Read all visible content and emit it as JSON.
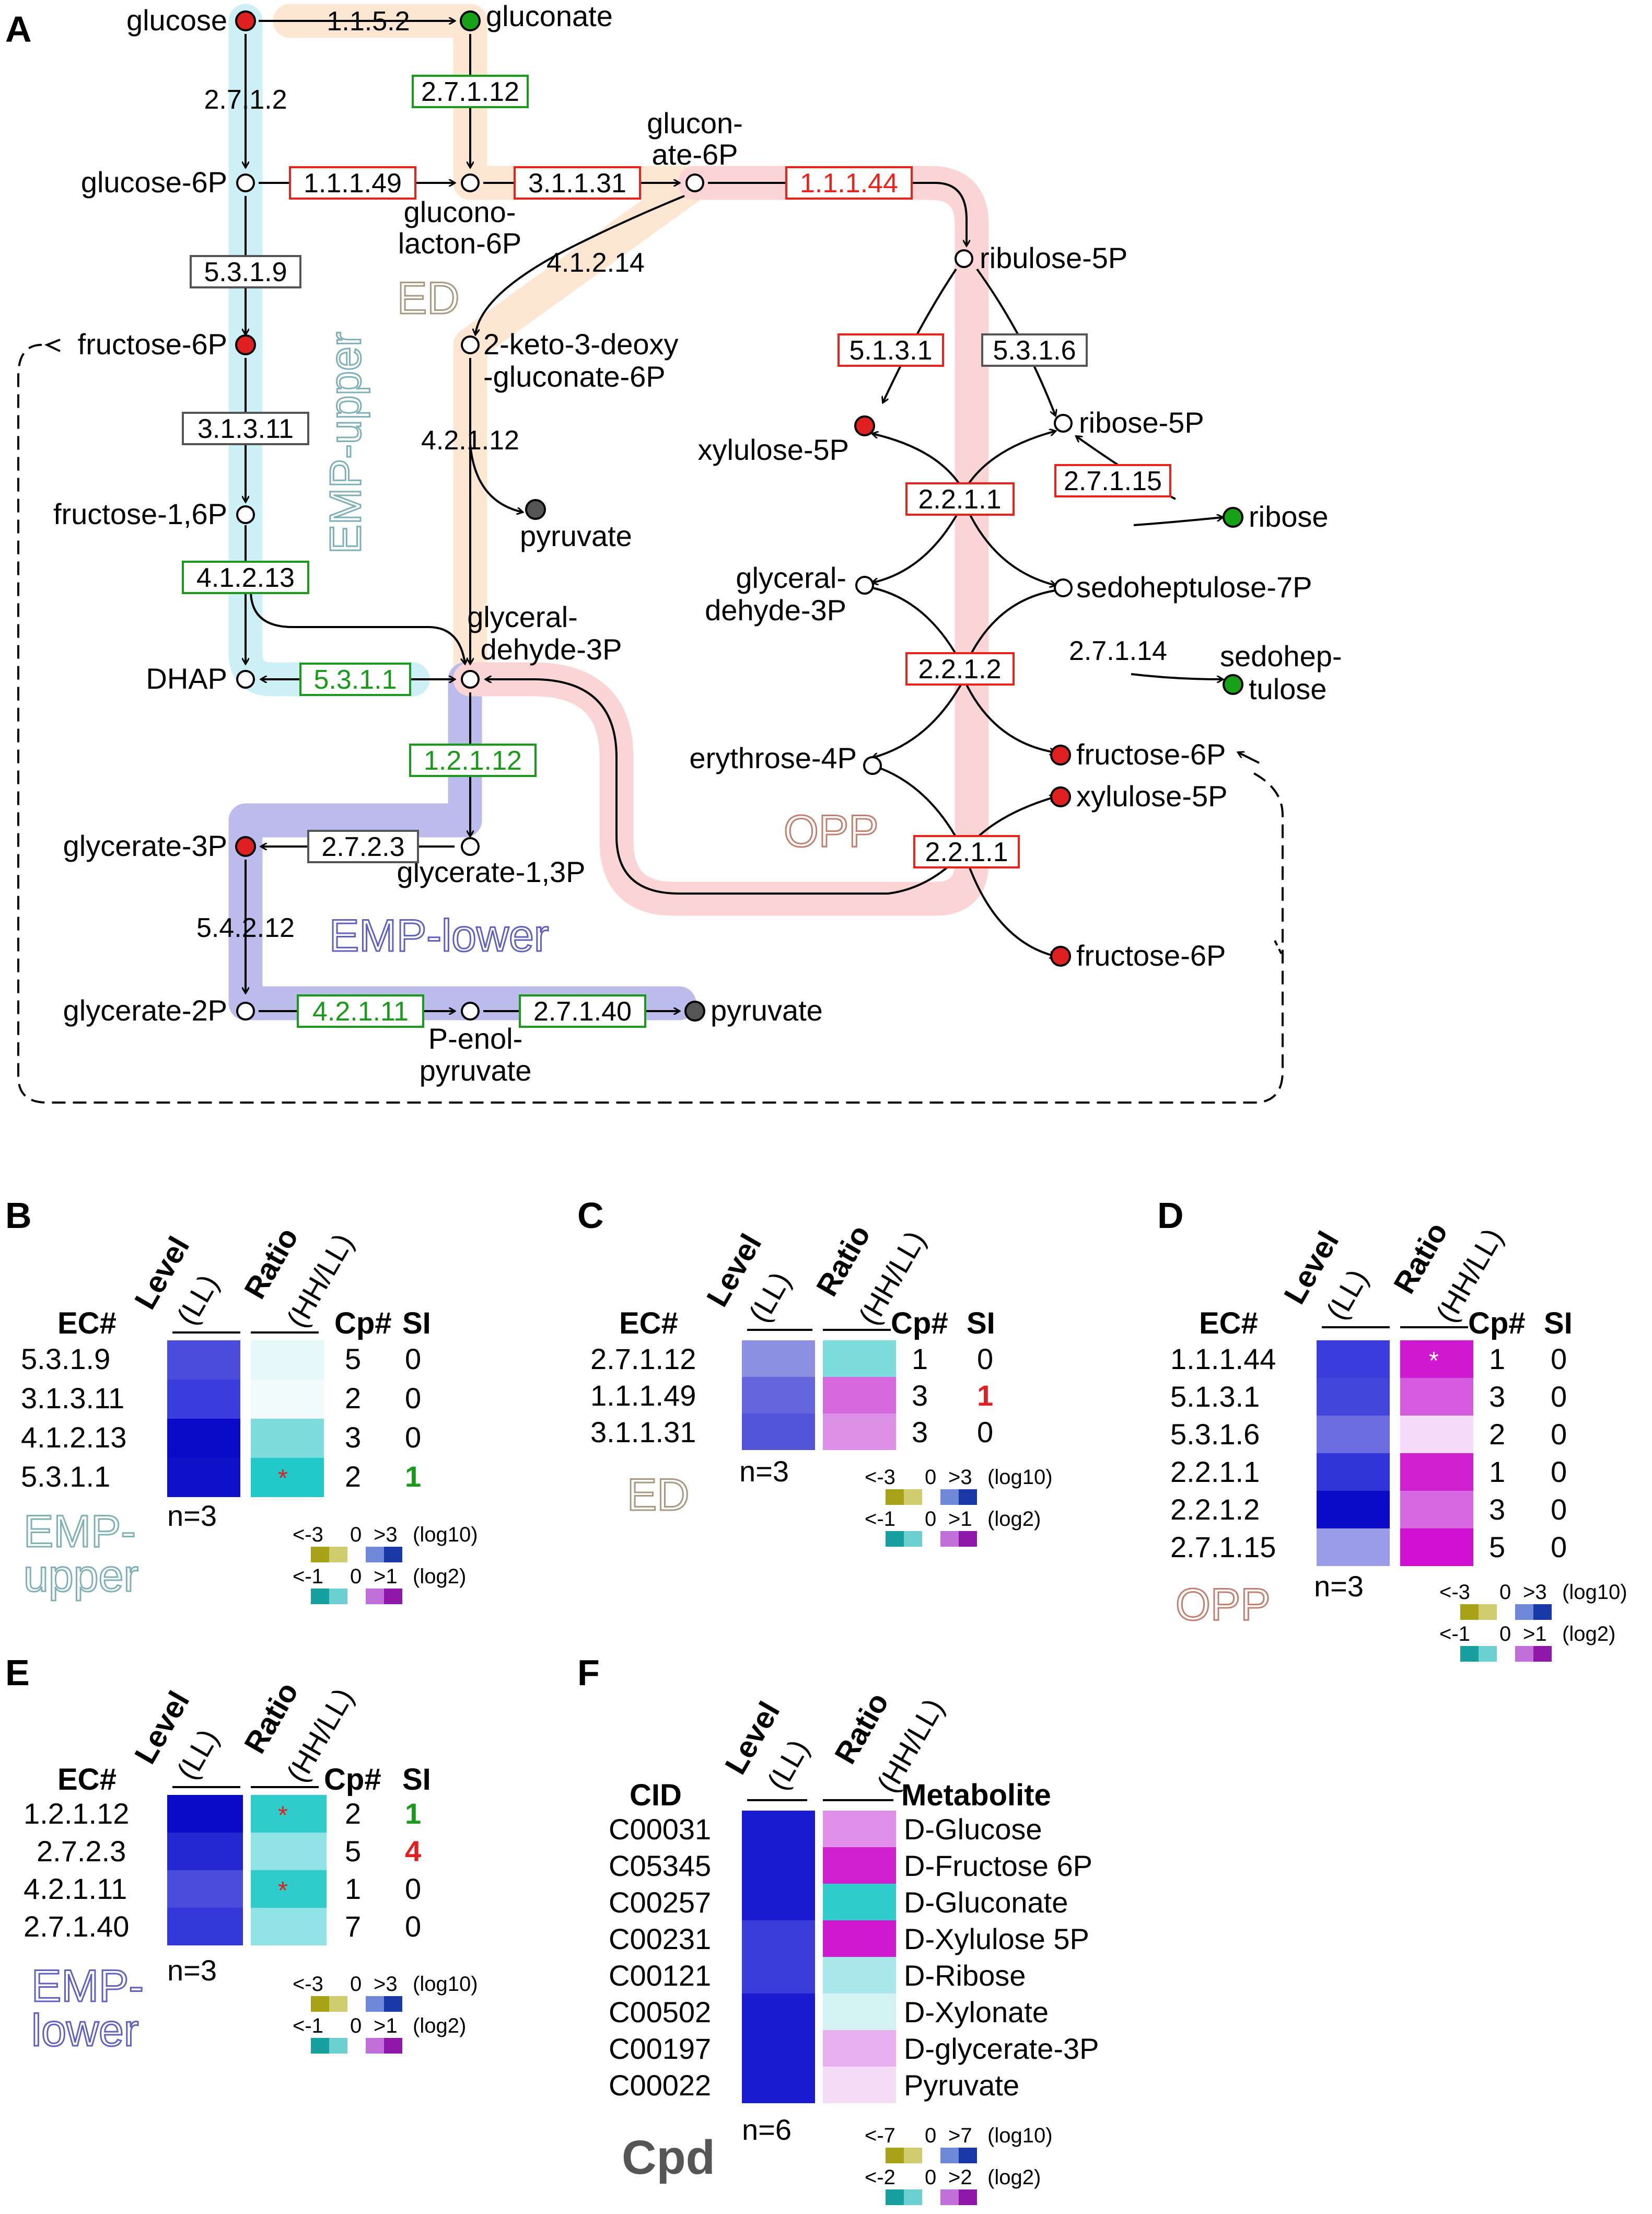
{
  "panels": {
    "A": "A",
    "B": "B",
    "C": "C",
    "D": "D",
    "E": "E",
    "F": "F"
  },
  "colors": {
    "emp_upper": "#cdeff6",
    "emp_lower": "#bcbcec",
    "ed": "#fde6d2",
    "opp": "#fbd5d5",
    "enzyme_up": "#e8231c",
    "enzyme_down": "#1a9a1a",
    "enzyme_na": "#555555",
    "metab_up": "#e02020",
    "metab_down": "#18a018",
    "metab_none": "#ffffff",
    "metab_end": "#555555"
  },
  "pathway": {
    "metabolites": {
      "glucose": "glucose",
      "gluconate": "gluconate",
      "glucose6p": "glucose-6P",
      "glucon_ate_a": "glucon-",
      "glucon_ate_b": "ate-6P",
      "gluconolacton_a": "glucono-",
      "gluconolacton_b": "lacton-6P",
      "ribulose5p": "ribulose-5P",
      "fructose6p": "fructose-6P",
      "kdpg_a": "2-keto-3-deoxy",
      "kdpg_b": "-gluconate-6P",
      "xylulose5p": "xylulose-5P",
      "ribose5p": "ribose-5P",
      "ribose": "ribose",
      "f16p": "fructose-1,6P",
      "pyruvate": "pyruvate",
      "g3p_right_a": "glyceral-",
      "g3p_right_b": "dehyde-3P",
      "sedoheptulose7p": "sedoheptulose-7P",
      "g3p_center_a": "glyceral-",
      "g3p_center_b": "dehyde-3P",
      "dhap": "DHAP",
      "sedoheptulose_a": "sedohep-",
      "sedoheptulose_b": "tulose",
      "erythrose4p": "erythrose-4P",
      "fructose6p_b": "fructose-6P",
      "xylulose5p_b": "xylulose-5P",
      "glycerate3p": "glycerate-3P",
      "glycerate13p": "glycerate-1,3P",
      "fructose6p_c": "fructose-6P",
      "glycerate2p": "glycerate-2P",
      "penol_a": "P-enol-",
      "penol_b": "pyruvate"
    },
    "enzymes": {
      "e11152": "1.1.5.2",
      "e27112": "2.7.1.12",
      "e2712": "2.7.1.2",
      "e11149": "1.1.1.49",
      "e31131": "3.1.1.31",
      "e11144": "1.1.1.44",
      "e5319": "5.3.1.9",
      "e41214": "4.1.2.14",
      "e5131": "5.1.3.1",
      "e5316": "5.3.1.6",
      "e31311": "3.1.3.11",
      "e42112": "4.2.1.12",
      "e27115": "2.7.1.15",
      "e2211a": "2.2.1.1",
      "e41213": "4.1.2.13",
      "e27114": "2.7.1.14",
      "e5311": "5.3.1.1",
      "e2212": "2.2.1.2",
      "e12112": "1.2.1.12",
      "e2723": "2.7.2.3",
      "e2211b": "2.2.1.1",
      "e54212": "5.4.2.12",
      "e42111": "4.2.1.11",
      "e27140": "2.7.1.40"
    },
    "pathway_labels": {
      "ed": "ED",
      "emp_upper": "EMP-upper",
      "opp": "OPP",
      "emp_lower": "EMP-lower"
    }
  },
  "headers": {
    "level": "Level",
    "ll": "(LL)",
    "ratio": "Ratio",
    "hhll": "(HH/LL)",
    "ec": "EC#",
    "cp": "Cp#",
    "si": "SI",
    "cid": "CID",
    "metabolite": "Metabolite"
  },
  "panel_B": {
    "label": "EMP-",
    "label2": "upper",
    "n": "n=3",
    "rows": [
      {
        "ec": "5.3.1.9",
        "cp": "5",
        "si": "0"
      },
      {
        "ec": "3.1.3.11",
        "cp": "2",
        "si": "0"
      },
      {
        "ec": "4.1.2.13",
        "cp": "3",
        "si": "0"
      },
      {
        "ec": "5.3.1.1",
        "cp": "2",
        "si": "1"
      }
    ]
  },
  "panel_C": {
    "label": "ED",
    "n": "n=3",
    "rows": [
      {
        "ec": "2.7.1.12",
        "cp": "1",
        "si": "0"
      },
      {
        "ec": "1.1.1.49",
        "cp": "3",
        "si": "1"
      },
      {
        "ec": "3.1.1.31",
        "cp": "3",
        "si": "0"
      }
    ]
  },
  "panel_D": {
    "label": "OPP",
    "n": "n=3",
    "rows": [
      {
        "ec": "1.1.1.44",
        "cp": "1",
        "si": "0"
      },
      {
        "ec": "5.1.3.1",
        "cp": "3",
        "si": "0"
      },
      {
        "ec": "5.3.1.6",
        "cp": "2",
        "si": "0"
      },
      {
        "ec": "2.2.1.1",
        "cp": "1",
        "si": "0"
      },
      {
        "ec": "2.2.1.2",
        "cp": "3",
        "si": "0"
      },
      {
        "ec": "2.7.1.15",
        "cp": "5",
        "si": "0"
      }
    ]
  },
  "panel_E": {
    "label": "EMP-",
    "label2": "lower",
    "n": "n=3",
    "rows": [
      {
        "ec": "1.2.1.12",
        "cp": "2",
        "si": "1"
      },
      {
        "ec": "2.7.2.3",
        "cp": "5",
        "si": "4"
      },
      {
        "ec": "4.2.1.11",
        "cp": "1",
        "si": "0"
      },
      {
        "ec": "2.7.1.40",
        "cp": "7",
        "si": "0"
      }
    ]
  },
  "panel_F": {
    "label": "Cpd",
    "n": "n=6",
    "rows": [
      {
        "cid": "C00031",
        "name": "D-Glucose"
      },
      {
        "cid": "C05345",
        "name": "D-Fructose 6P"
      },
      {
        "cid": "C00257",
        "name": "D-Gluconate"
      },
      {
        "cid": "C00231",
        "name": "D-Xylulose 5P"
      },
      {
        "cid": "C00121",
        "name": "D-Ribose"
      },
      {
        "cid": "C00502",
        "name": "D-Xylonate"
      },
      {
        "cid": "C00197",
        "name": "D-glycerate-3P"
      },
      {
        "cid": "C00022",
        "name": "Pyruvate"
      }
    ]
  },
  "legend": {
    "neg3": "<-3",
    "zero": "0",
    "pos3": ">3",
    "log10": "(log10)",
    "neg1": "<-1",
    "pos1": ">1",
    "log2": "(log2)",
    "neg7": "<-7",
    "pos7": ">7",
    "neg2": "<-2",
    "pos2": ">2"
  },
  "star": "*"
}
